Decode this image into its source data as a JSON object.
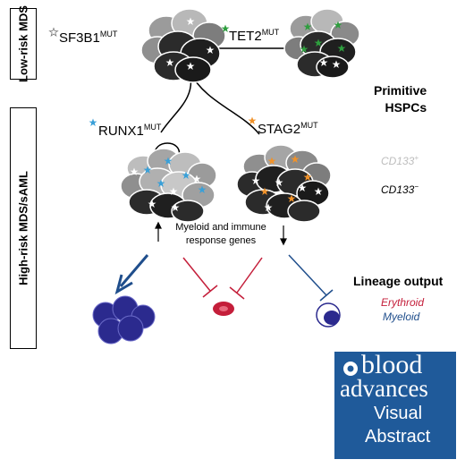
{
  "side_labels": {
    "low_risk": "Low-risk MDS",
    "high_risk": "High-risk MDS/sAML"
  },
  "genes": {
    "sf3b1": {
      "name": "SF3B1",
      "sup": "MUT"
    },
    "tet2": {
      "name": "TET2",
      "sup": "MUT"
    },
    "runx1": {
      "name": "RUNX1",
      "sup": "MUT"
    },
    "stag2": {
      "name": "STAG2",
      "sup": "MUT"
    }
  },
  "legend": {
    "primitive_line1": "Primitive",
    "primitive_line2": "HSPCs",
    "cd133pos": {
      "name": "CD133",
      "sup": "+"
    },
    "cd133neg": {
      "name": "CD133",
      "sup": "−"
    },
    "lineage_output": "Lineage output",
    "erythroid": "Erythroid",
    "myeloid": "Myeloid"
  },
  "center_text": {
    "line1": "Myeloid and immune",
    "line2": "response genes"
  },
  "logo": {
    "line1": "blood",
    "line2": "advances",
    "line3": "Visual",
    "line4": "Abstract"
  },
  "colors": {
    "cd133pos_text": "#bdbdbd",
    "erythroid": "#c41e3a",
    "myeloid": "#1f4e8c",
    "logo_bg": "#1f5a9a",
    "tet2_mark": "#2e9e3e",
    "runx1_mark": "#3aa0d8",
    "stag2_mark": "#f0922a",
    "myeloid_cells": "#2b2a8e"
  },
  "icons": [
    "star-mutation-icon",
    "curved-arrow-icon",
    "inhibition-bar-icon",
    "blood-drop-logo-icon"
  ]
}
